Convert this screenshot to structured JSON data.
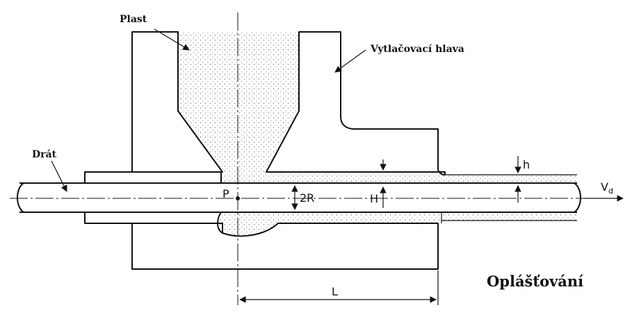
{
  "labels": {
    "plast": "Plast",
    "head": "Vytlačovací hlava",
    "wire": "Drát",
    "title": "Oplášťování",
    "point": "P",
    "radius": "2R",
    "gap": "H",
    "coat": "h",
    "length": "L",
    "velocity": "V",
    "velocity_sub": "d"
  }
}
